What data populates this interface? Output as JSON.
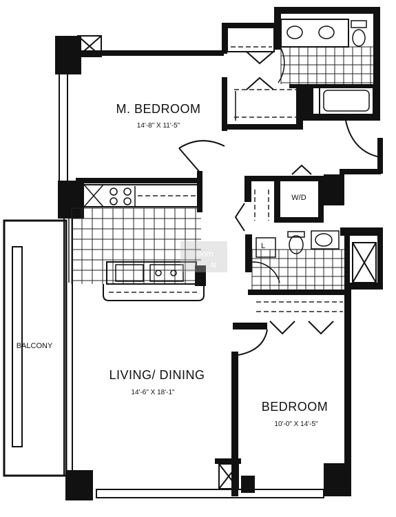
{
  "rooms": {
    "master_bedroom": {
      "label": "M. BEDROOM",
      "dimensions": "14'-8\" X 11'-5\""
    },
    "living_dining": {
      "label": "LIVING/ DINING",
      "dimensions": "14'-6\" X 18'-1\""
    },
    "bedroom": {
      "label": "BEDROOM",
      "dimensions": "10'-0\" X 14'-5\""
    },
    "balcony": {
      "label": "BALCONY"
    },
    "laundry": {
      "label": "W/D"
    },
    "linen": {
      "label": "L"
    }
  },
  "watermark": {
    "text": "room",
    "subtext": "N"
  }
}
